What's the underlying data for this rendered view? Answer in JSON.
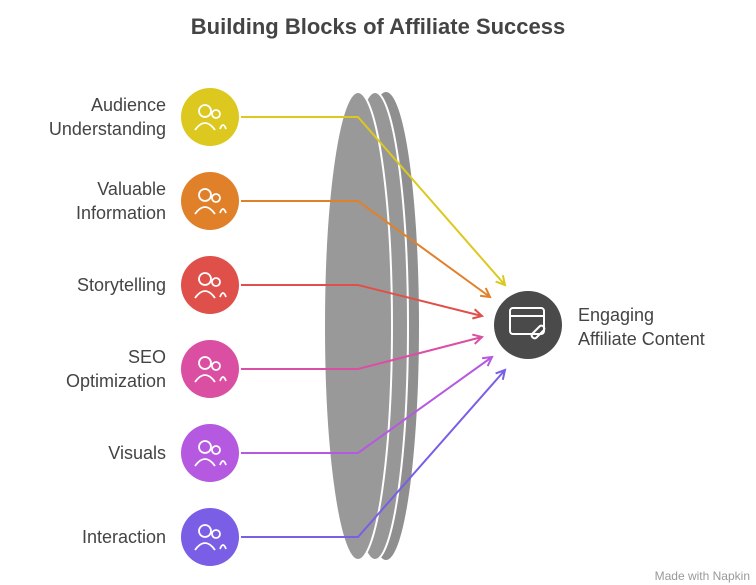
{
  "title": "Building Blocks of Affiliate Success",
  "inputs": [
    {
      "line1": "Audience",
      "line2": "Understanding",
      "color": "#dcc81e",
      "icon": "audience-icon"
    },
    {
      "line1": "Valuable",
      "line2": "Information",
      "color": "#e0812a",
      "icon": "database-question-icon"
    },
    {
      "line1": "Storytelling",
      "line2": "",
      "color": "#e0504a",
      "icon": "storyteller-icon"
    },
    {
      "line1": "SEO",
      "line2": "Optimization",
      "color": "#db4fa3",
      "icon": "seo-chart-search-icon"
    },
    {
      "line1": "Visuals",
      "line2": "",
      "color": "#b55ae0",
      "icon": "visuals-icon"
    },
    {
      "line1": "Interaction",
      "line2": "",
      "color": "#7a5ee6",
      "icon": "chat-users-icon"
    }
  ],
  "output": {
    "line1": "Engaging",
    "line2": "Affiliate Content",
    "color": "#4a4a4a",
    "icon": "browser-link-icon"
  },
  "watermark": "Made with Napkin"
}
